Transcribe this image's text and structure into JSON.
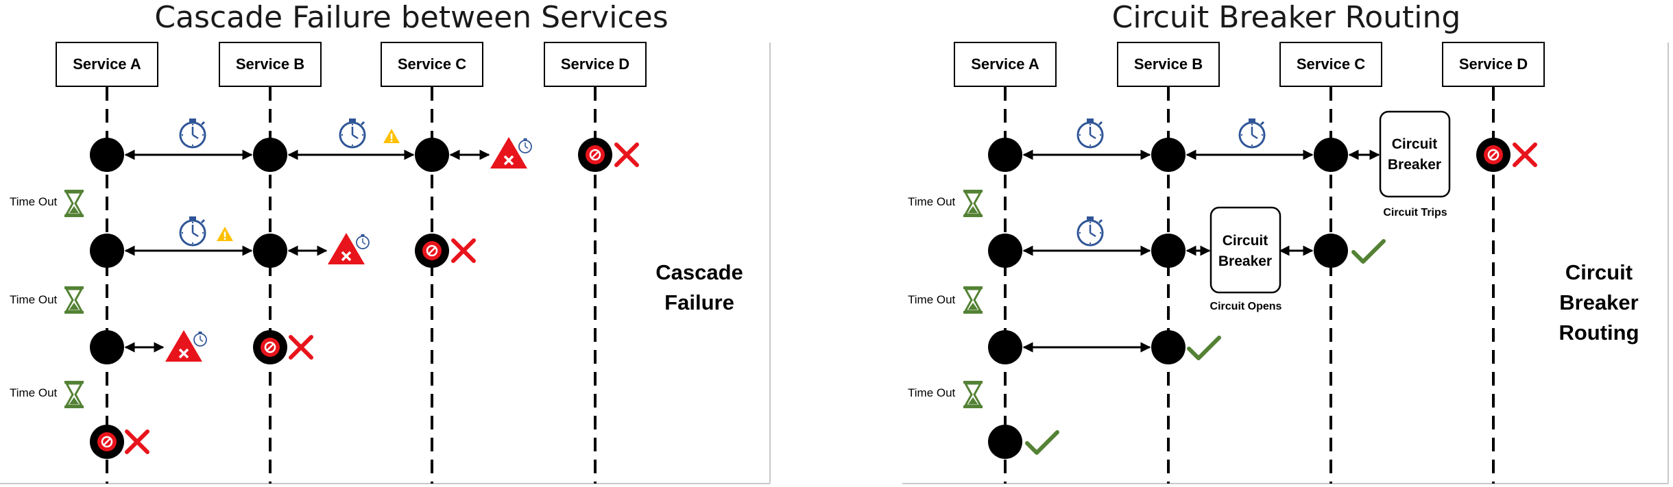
{
  "left": {
    "title": "Cascade Failure between Services",
    "side_label": [
      "Cascade",
      "Failure"
    ],
    "services": [
      "Service A",
      "Service B",
      "Service C",
      "Service D"
    ],
    "timeouts": [
      "Time Out",
      "Time Out",
      "Time Out"
    ]
  },
  "right": {
    "title": "Circuit Breaker Routing",
    "side_label": [
      "Circuit",
      "Breaker",
      "Routing"
    ],
    "services": [
      "Service A",
      "Service B",
      "Service C",
      "Service D"
    ],
    "timeouts": [
      "Time Out",
      "Time Out",
      "Time Out"
    ],
    "breakers": [
      {
        "label": [
          "Circuit",
          "Breaker"
        ],
        "caption": "Circuit Trips"
      },
      {
        "label": [
          "Circuit",
          "Breaker"
        ],
        "caption": "Circuit Opens"
      }
    ]
  },
  "colors": {
    "node": "#000000",
    "error": "#e8141c",
    "success": "#548235",
    "timer": "#2f5597",
    "warning": "#ffc000",
    "hourglass": "#548235"
  }
}
